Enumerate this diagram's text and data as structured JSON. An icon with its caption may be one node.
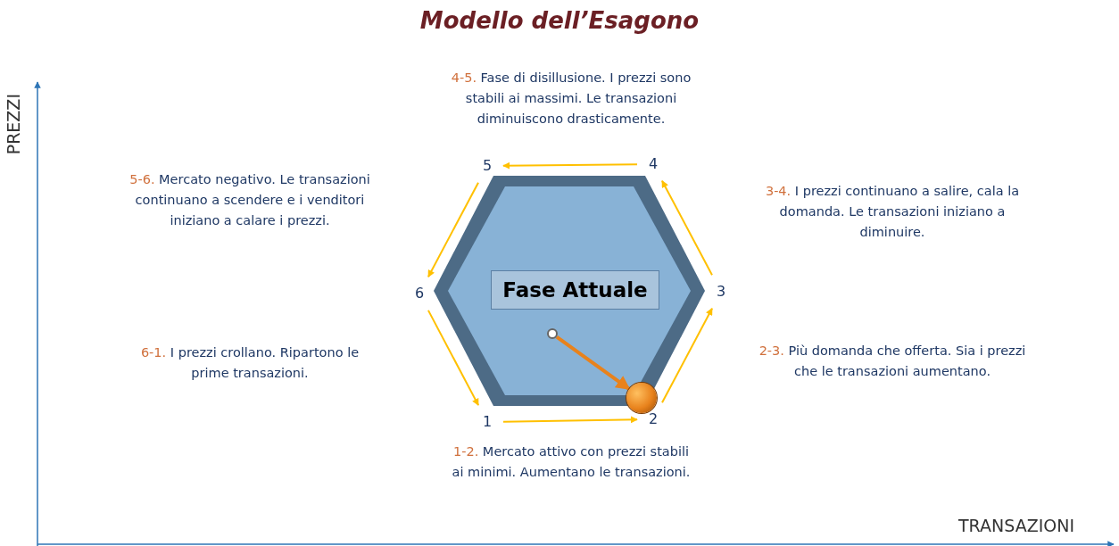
{
  "diagram": {
    "title": "Modello dell’Esagono",
    "nodes": [
      {
        "text": [],
        "shape": "hexagon"
      },
      {
        "text": [
          "Fase Attuale"
        ],
        "in": 0
      },
      {
        "text": [],
        "shape": "circle",
        "in": 0
      },
      {
        "text": [],
        "shape": "circle"
      },
      {
        "text": [
          "1"
        ]
      },
      {
        "text": [
          "2"
        ]
      },
      {
        "text": [
          "3"
        ]
      },
      {
        "text": [
          "4"
        ]
      },
      {
        "text": [
          "5"
        ]
      },
      {
        "text": [
          "6"
        ]
      }
    ],
    "edges": [
      {
        "from": 2,
        "to": 3,
        "arrow": "to",
        "color": "#e8821c",
        "style": "thick"
      },
      {
        "from": 4,
        "to": 5,
        "arrow": "to"
      },
      {
        "from": 5,
        "to": 6,
        "arrow": "to"
      },
      {
        "from": 6,
        "to": 7,
        "arrow": "to"
      },
      {
        "from": 7,
        "to": 8,
        "arrow": "to"
      },
      {
        "from": 8,
        "to": 9,
        "arrow": "to"
      },
      {
        "from": 9,
        "to": 4,
        "arrow": "to"
      }
    ],
    "labels": [
      "4-5. Fase di disillusione. I prezzi sono stabili ai massimi. Le transazioni diminuiscono drasticamente.",
      "5-6. Mercato negativo. Le transazioni continuano a scendere e i venditori iniziano a calare i prezzi.",
      "3-4. I prezzi continuano a salire, cala la domanda. Le transazioni iniziano a diminuire.",
      "6-1. I prezzi crollano. Ripartono le prime transazioni.",
      "2-3. Più domanda che offerta. Sia i prezzi che le transazioni aumentano.",
      "1-2. Mercato attivo con prezzi stabili ai minimi. Aumentano le transazioni.",
      "PREZZI",
      "TRANSAZIONI"
    ]
  }
}
